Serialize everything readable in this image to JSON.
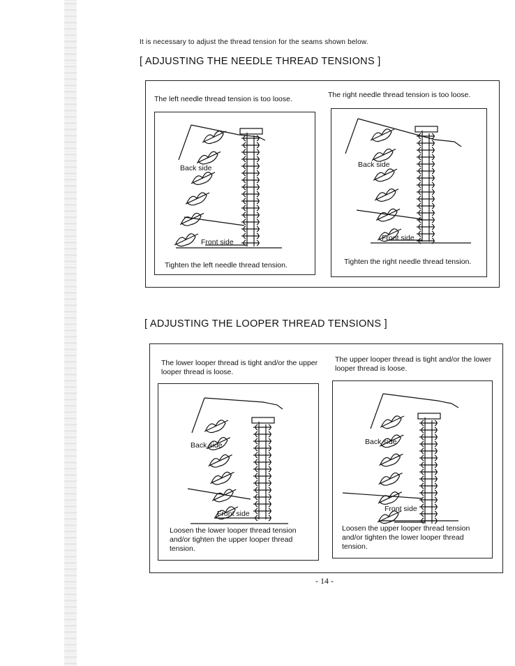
{
  "intro": "It is necessary to adjust the thread tension for the seams shown below.",
  "needle_section": {
    "heading": "[ ADJUSTING THE NEEDLE THREAD TENSIONS ]",
    "left": {
      "description": "The left needle thread tension is too loose.",
      "back_label": "Back side",
      "front_label": "Front side",
      "instruction": "Tighten the left needle thread tension."
    },
    "right": {
      "description": "The right needle thread tension is too loose.",
      "back_label": "Back side",
      "front_label": "Front side",
      "instruction": "Tighten the right needle thread tension."
    }
  },
  "looper_section": {
    "heading": "[ ADJUSTING THE LOOPER THREAD TENSIONS ]",
    "left": {
      "description": "The lower looper thread is tight and/or the upper looper thread is loose.",
      "back_label": "Back side",
      "front_label": "Front side",
      "instruction": "Loosen the lower looper thread tension and/or tighten the upper looper thread tension."
    },
    "right": {
      "description": "The upper looper thread is tight and/or the lower looper thread is loose.",
      "back_label": "Back side",
      "front_label": "Front side",
      "instruction": "Loosen the upper looper thread tension and/or tighten the lower looper thread tension."
    }
  },
  "page_number": "- 14 -"
}
